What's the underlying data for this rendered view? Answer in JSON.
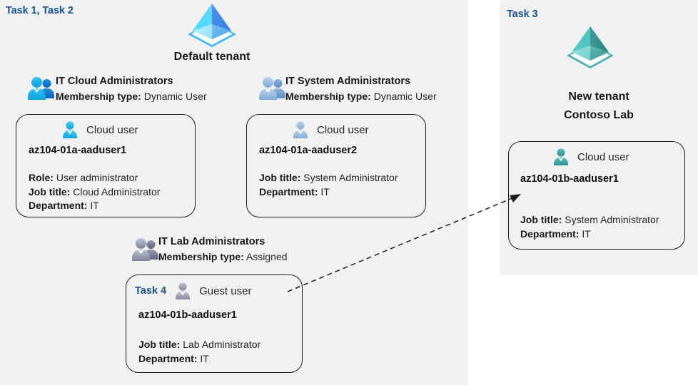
{
  "panels": {
    "left": {
      "task_label": "Task 1, Task 2"
    },
    "right": {
      "task_label": "Task 3"
    }
  },
  "tenants": [
    {
      "id": "default-tenant",
      "icon": "azure-ad-tenant-icon",
      "name_line1": "Default tenant",
      "name_line2": ""
    },
    {
      "id": "new-tenant",
      "icon": "azure-ad-tenant-icon",
      "name_line1": "New  tenant",
      "name_line2": "Contoso Lab"
    }
  ],
  "groups": [
    {
      "id": "it-cloud-administrators",
      "icon": "group-users-icon",
      "name": "IT Cloud Administrators",
      "membership_label": "Membership type:",
      "membership_value": "Dynamic User"
    },
    {
      "id": "it-system-administrators",
      "icon": "group-users-icon",
      "name": "IT System Administrators",
      "membership_label": "Membership type:",
      "membership_value": "Dynamic User"
    },
    {
      "id": "it-lab-administrators",
      "icon": "group-users-icon",
      "name": "IT Lab Administrators",
      "membership_label": "Membership type:",
      "membership_value": "Assigned"
    }
  ],
  "users": [
    {
      "id": "az104-01a-aaduser1",
      "task": "",
      "icon": "cloud-user-icon",
      "type": "Cloud user",
      "upn": "az104-01a-aaduser1",
      "attrs": [
        {
          "label": "Role:",
          "value": "User administrator"
        },
        {
          "label": "Job title:",
          "value": "Cloud Administrator"
        },
        {
          "label": "Department:",
          "value": "IT"
        }
      ]
    },
    {
      "id": "az104-01a-aaduser2",
      "task": "",
      "icon": "cloud-user-icon",
      "type": "Cloud user",
      "upn": "az104-01a-aaduser2",
      "attrs": [
        {
          "label": "Job title:",
          "value": "System Administrator"
        },
        {
          "label": "Department:",
          "value": "IT"
        }
      ]
    },
    {
      "id": "az104-01b-aaduser1-guest",
      "task": "Task 4",
      "icon": "guest-user-icon",
      "type": "Guest user",
      "upn": "az104-01b-aaduser1",
      "attrs": [
        {
          "label": "Job title:",
          "value": "Lab Administrator"
        },
        {
          "label": "Department:",
          "value": "IT"
        }
      ]
    },
    {
      "id": "az104-01b-aaduser1-cloud",
      "task": "",
      "icon": "cloud-user-icon",
      "type": "Cloud user",
      "upn": "az104-01b-aaduser1",
      "attrs": [
        {
          "label": "Job title:",
          "value": "System Administrator"
        },
        {
          "label": "Department:",
          "value": "IT"
        }
      ]
    }
  ],
  "connector": {
    "id": "guest-to-cloud-user-arrow",
    "style": "dashed-arrow"
  },
  "colors": {
    "panel_background": "#f1f1f1",
    "page_background": "#ffffff",
    "task_label": "#17548c",
    "text": "#262626",
    "text_bold": "#1a1a1a",
    "card_border": "#1d1d1d",
    "tenant_blue": "#3fb9f0",
    "tenant_blue_dark": "#3f8ae0",
    "tenant_teal": "#45b3b0",
    "tenant_teal_dark": "#2f8d8a",
    "group_icon_blue": "#1aaae0",
    "group_icon_steel": "#8aafd6",
    "group_icon_slate": "#8f8fa8",
    "user_icon_cyan": "#29b6e8",
    "user_icon_steel": "#9bb8d8",
    "user_icon_slate": "#9a9ab0",
    "user_icon_teal": "#3fa9a6"
  }
}
